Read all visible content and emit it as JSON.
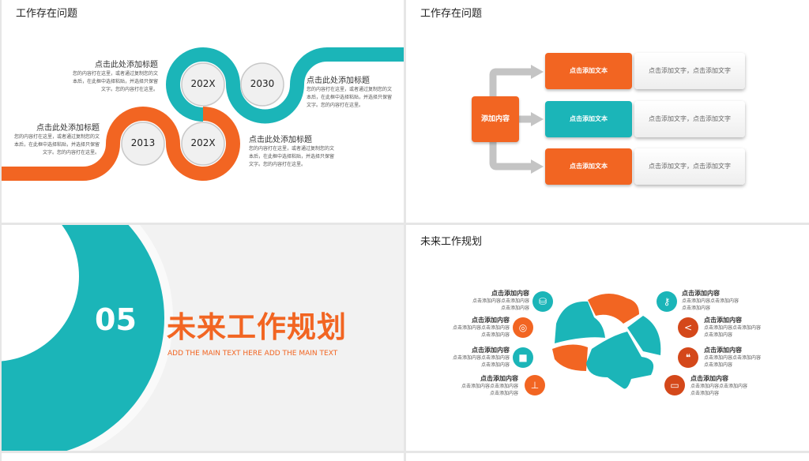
{
  "colors": {
    "teal": "#1bb5b8",
    "orange": "#f26522",
    "dark_orange": "#d4481a"
  },
  "slide1": {
    "title": "工作存在问题",
    "years": [
      "202X",
      "2030",
      "2013",
      "202X"
    ],
    "blocks": [
      {
        "heading": "点击此处添加标题",
        "body": "您的内容打在这里，或者通过复制您的文本后，在此框中选择粘贴，并选择只保留文字。您的内容打在这里。"
      },
      {
        "heading": "点击此处添加标题",
        "body": "您的内容打在这里，或者通过复制您的文本后，在此框中选择粘贴，并选择只保留文字。您的内容打在这里。"
      },
      {
        "heading": "点击此处添加标题",
        "body": "您的内容打在这里，或者通过复制您的文本后，在此框中选择粘贴，并选择只保留文字。您的内容打在这里。"
      },
      {
        "heading": "点击此处添加标题",
        "body": "您的内容打在这里，或者通过复制您的文本后，在此框中选择粘贴，并选择只保留文字。您的内容打在这里。"
      }
    ]
  },
  "slide2": {
    "title": "工作存在问题",
    "source": "添加内容",
    "rows": [
      {
        "label": "点击添加文本",
        "text": "点击添加文字，点击添加文字"
      },
      {
        "label": "点击添加文本",
        "text": "点击添加文字，点击添加文字"
      },
      {
        "label": "点击添加文本",
        "text": "点击添加文字，点击添加文字"
      }
    ]
  },
  "slide3": {
    "number": "05",
    "title": "未来工作规划",
    "subtitle": "ADD THE MAIN TEXT HERE ADD THE MAIN TEXT"
  },
  "slide4": {
    "title": "未来工作规划",
    "items": [
      {
        "title": "点击添加内容",
        "l1": "点击添加内容点击添加内容",
        "l2": "点击添加内容",
        "icon": "coins-icon"
      },
      {
        "title": "点击添加内容",
        "l1": "点击添加内容点击添加内容",
        "l2": "点击添加内容",
        "icon": "lifebuoy-icon"
      },
      {
        "title": "点击添加内容",
        "l1": "点击添加内容点击添加内容",
        "l2": "点击添加内容",
        "icon": "video-camera-icon"
      },
      {
        "title": "点击添加内容",
        "l1": "点击添加内容点击添加内容",
        "l2": "点击添加内容",
        "icon": "sitemap-icon"
      },
      {
        "title": "点击添加内容",
        "l1": "点击添加内容点击添加内容",
        "l2": "点击添加内容",
        "icon": "key-icon"
      },
      {
        "title": "点击添加内容",
        "l1": "点击添加内容点击添加内容",
        "l2": "点击添加内容",
        "icon": "share-icon"
      },
      {
        "title": "点击添加内容",
        "l1": "点击添加内容点击添加内容",
        "l2": "点击添加内容",
        "icon": "chat-icon"
      },
      {
        "title": "点击添加内容",
        "l1": "点击添加内容点击添加内容",
        "l2": "点击添加内容",
        "icon": "laptop-icon"
      }
    ]
  }
}
